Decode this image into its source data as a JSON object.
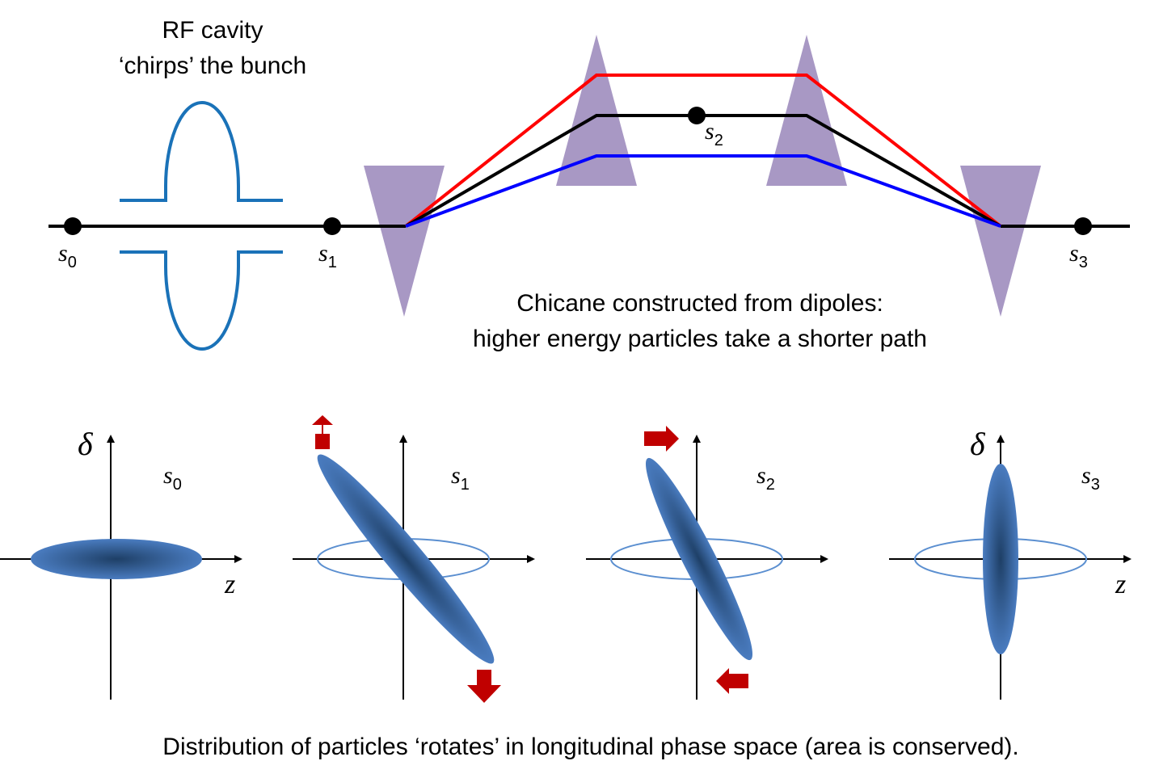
{
  "rf_label": {
    "line1": "RF cavity",
    "line2": "‘chirps’ the bunch"
  },
  "chicane_caption": {
    "line1": "Chicane constructed from dipoles:",
    "line2": "higher energy particles take a shorter path"
  },
  "beamline_points": [
    {
      "letter": "s",
      "sub": "0"
    },
    {
      "letter": "s",
      "sub": "1"
    },
    {
      "letter": "s",
      "sub": "2"
    },
    {
      "letter": "s",
      "sub": "3"
    }
  ],
  "phase_space": {
    "delta_symbol": "δ",
    "z_symbol": "z",
    "panels": [
      {
        "letter": "s",
        "sub": "0"
      },
      {
        "letter": "s",
        "sub": "1"
      },
      {
        "letter": "s",
        "sub": "2"
      },
      {
        "letter": "s",
        "sub": "3"
      }
    ]
  },
  "bottom_caption": "Distribution of particles ‘rotates’ in longitudinal phase space (area is conserved).",
  "colors": {
    "beamline": "#000000",
    "cavity": "#1a72b8",
    "dipole": "#a898c4",
    "path_high_energy": "#ff0000",
    "path_nominal": "#000000",
    "path_low_energy": "#0000ff",
    "bunch": "#3d6aa6",
    "bunch_dark": "#1e3f66",
    "outline_ellipse": "#5b8fd0",
    "arrow": "#c00000"
  }
}
